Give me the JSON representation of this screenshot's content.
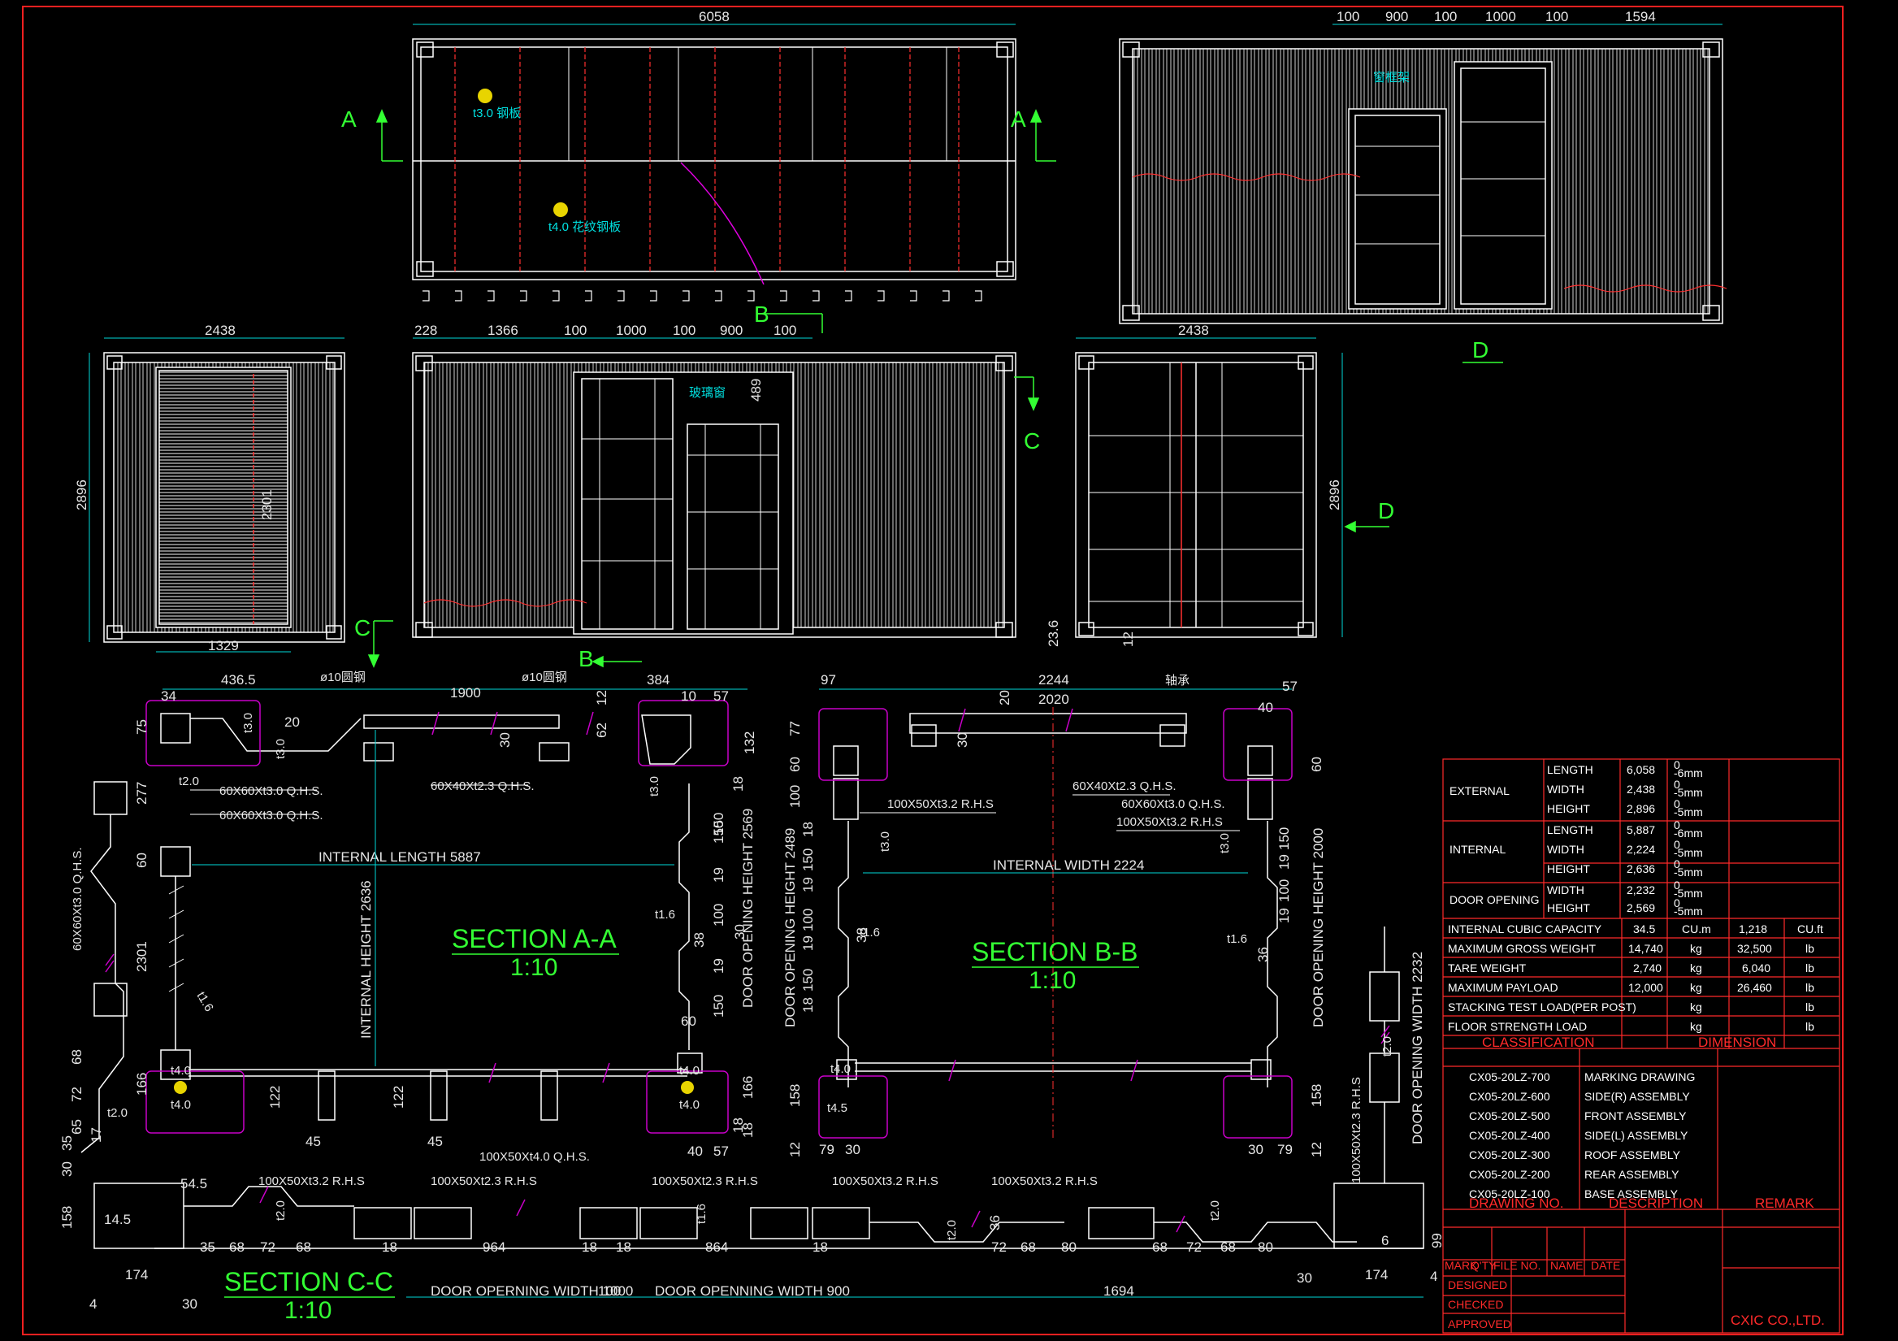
{
  "colors": {
    "frame": "#ff2020",
    "outline": "#ffffff",
    "dim": "#00d9d9",
    "section": "#33ff33",
    "callout": "#ffff00",
    "hatch": "#c800c8",
    "accent": "#ff3030"
  },
  "markers": {
    "a1": "A",
    "a2": "A",
    "b1": "B",
    "b2": "B",
    "c1": "C",
    "c2": "C",
    "d1": "D",
    "d2": "D"
  },
  "top_view": {
    "dims": [
      "6058",
      "100",
      "900",
      "100",
      "1000",
      "100",
      "1594"
    ],
    "labels": [
      "t3.0 钢板",
      "t4.0 花纹钢板",
      "窗框架"
    ]
  },
  "side_view": {
    "dims": [
      "228",
      "1366",
      "100",
      "1000",
      "100",
      "900",
      "100",
      "489",
      "2896",
      "23.6"
    ],
    "label": "玻璃窗"
  },
  "end_view_left": {
    "dims": [
      "2438",
      "2896",
      "1329",
      "2301"
    ]
  },
  "end_view_right": {
    "dims": [
      "2438",
      "2896",
      "12"
    ]
  },
  "section_aa": {
    "title": "SECTION A-A",
    "scale": "1:10",
    "dims": [
      "436.5",
      "34",
      "75",
      "277",
      "60",
      "2301",
      "166",
      "20",
      "1900",
      "384",
      "10",
      "57",
      "12",
      "62",
      "30",
      "132",
      "18",
      "150",
      "19",
      "100",
      "60",
      "19",
      "166",
      "18",
      "40",
      "57",
      "436.5"
    ],
    "callouts": [
      "ø10圆钢",
      "ø10圆钢",
      "60X60Xt3.0 Q.H.S.",
      "60X60Xt3.0 Q.H.S.",
      "60X40Xt2.3 Q.H.S.",
      "t3.0",
      "t2.0",
      "t3.0",
      "t1.6",
      "t1.6",
      "t4.0",
      "t4.0",
      "t4.0",
      "t4.0",
      "t3.0",
      "122",
      "45",
      "122",
      "45",
      "38",
      "30",
      "150",
      "150",
      "18"
    ],
    "internal_length": "INTERNAL LENGTH 5887",
    "internal_height": "INTERNAL HEIGHT 2636",
    "door_opening_height": "DOOR OPENING HEIGHT 2569"
  },
  "section_bb": {
    "title": "SECTION B-B",
    "scale": "1:10",
    "dims": [
      "97",
      "2244",
      "2020",
      "40",
      "57",
      "20",
      "30",
      "77",
      "60",
      "60",
      "100",
      "18",
      "150",
      "19",
      "100",
      "19",
      "150",
      "18",
      "150",
      "19",
      "100",
      "19",
      "158",
      "12",
      "79",
      "30",
      "30",
      "79",
      "12",
      "158"
    ],
    "callouts": [
      "轴承",
      "100X50Xt3.2 R.H.S",
      "60X40Xt2.3 Q.H.S.",
      "60X60Xt3.0 Q.H.S.",
      "100X50Xt3.2 R.H.S",
      "t3.0",
      "t3.0",
      "t1.6",
      "t1.6",
      "t4.0",
      "t4.5",
      "38",
      "36"
    ],
    "internal_width": "INTERNAL WIDTH 2224",
    "door_opening_height": "DOOR OPENING HEIGHT 2489",
    "door_opening_height_2": "DOOR OPENING HEIGHT 2000"
  },
  "section_cc": {
    "title": "SECTION C-C",
    "scale": "1:10",
    "dims": [
      "60X60Xt3.0 Q.H.S.",
      "68",
      "72",
      "t2.0",
      "65",
      "35",
      "17",
      "30",
      "158",
      "54.5",
      "14.5",
      "174",
      "4",
      "30",
      "35",
      "68",
      "72",
      "68",
      "t2.0",
      "18",
      "964",
      "18",
      "18",
      "864",
      "t1.6",
      "18",
      "36",
      "t2.0",
      "72",
      "68",
      "80",
      "68",
      "72",
      "68",
      "80",
      "t2.0",
      "t2.0",
      "6",
      "174",
      "30",
      "99",
      "4"
    ],
    "labels": [
      "100X50Xt3.2 R.H.S",
      "100X50Xt2.3 R.H.S",
      "100X50Xt4.0 Q.H.S.",
      "100X50Xt2.3 R.H.S",
      "100X50Xt3.2 R.H.S",
      "100X50Xt3.2 R.H.S",
      "100X50Xt2.3 R.H.S"
    ],
    "bottom_dims": [
      "DOOR OPERNING WIDTH 1000",
      "100",
      "DOOR OPENNING WIDTH 900",
      "1694"
    ],
    "door_opening_width": "DOOR OPENING WIDTH 2232"
  },
  "spec_table": {
    "groups": [
      {
        "name": "EXTERNAL",
        "rows": [
          {
            "k": "LENGTH",
            "v": "6,058",
            "tol": [
              "0",
              "-6mm"
            ]
          },
          {
            "k": "WIDTH",
            "v": "2,438",
            "tol": [
              "0",
              "-5mm"
            ]
          },
          {
            "k": "HEIGHT",
            "v": "2,896",
            "tol": [
              "0",
              "-5mm"
            ]
          }
        ]
      },
      {
        "name": "INTERNAL",
        "rows": [
          {
            "k": "LENGTH",
            "v": "5,887",
            "tol": [
              "0",
              "-6mm"
            ]
          },
          {
            "k": "WIDTH",
            "v": "2,224",
            "tol": [
              "0",
              "-5mm"
            ]
          },
          {
            "k": "HEIGHT",
            "v": "2,636",
            "tol": [
              "0",
              "-5mm"
            ]
          }
        ]
      },
      {
        "name": "DOOR OPENING",
        "rows": [
          {
            "k": "WIDTH",
            "v": "2,232",
            "tol": [
              "0",
              "-5mm"
            ]
          },
          {
            "k": "HEIGHT",
            "v": "2,569",
            "tol": [
              "0",
              "-5mm"
            ]
          }
        ]
      }
    ],
    "capacity": [
      {
        "k": "INTERNAL CUBIC CAPACITY",
        "v1": "34.5",
        "u1": "CU.m",
        "v2": "1,218",
        "u2": "CU.ft"
      },
      {
        "k": "MAXIMUM GROSS WEIGHT",
        "v1": "14,740",
        "u1": "kg",
        "v2": "32,500",
        "u2": "lb"
      },
      {
        "k": "TARE WEIGHT",
        "v1": "2,740",
        "u1": "kg",
        "v2": "6,040",
        "u2": "lb"
      },
      {
        "k": "MAXIMUM PAYLOAD",
        "v1": "12,000",
        "u1": "kg",
        "v2": "26,460",
        "u2": "lb"
      },
      {
        "k": "STACKING TEST LOAD(PER POST)",
        "v1": "",
        "u1": "kg",
        "v2": "",
        "u2": "lb"
      },
      {
        "k": "FLOOR STRENGTH LOAD",
        "v1": "",
        "u1": "kg",
        "v2": "",
        "u2": "lb"
      }
    ],
    "head1": [
      "CLASSIFICATION",
      "DIMENSION"
    ],
    "drawings": [
      {
        "no": "CX05-20LZ-700",
        "desc": "MARKING DRAWING"
      },
      {
        "no": "CX05-20LZ-600",
        "desc": "SIDE(R) ASSEMBLY"
      },
      {
        "no": "CX05-20LZ-500",
        "desc": "FRONT ASSEMBLY"
      },
      {
        "no": "CX05-20LZ-400",
        "desc": "SIDE(L) ASSEMBLY"
      },
      {
        "no": "CX05-20LZ-300",
        "desc": "ROOF ASSEMBLY"
      },
      {
        "no": "CX05-20LZ-200",
        "desc": "REAR ASSEMBLY"
      },
      {
        "no": "CX05-20LZ-100",
        "desc": "BASE ASSEMBLY"
      }
    ],
    "head2": [
      "DRAWING NO.",
      "DESCRIPTION",
      "REMARK"
    ],
    "title_block": {
      "cols": [
        "MARK",
        "Q'TY",
        "FILE NO.",
        "NAME",
        "DATE"
      ],
      "rows": [
        "DESIGNED",
        "CHECKED",
        "APPROVED"
      ],
      "company": "CXIC CO.,LTD."
    }
  }
}
